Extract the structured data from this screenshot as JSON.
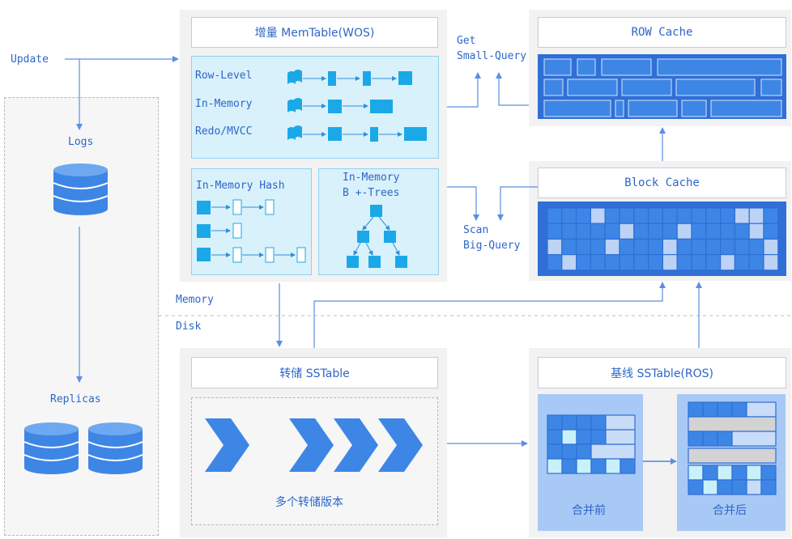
{
  "left": {
    "update_label": "Update",
    "logs_label": "Logs",
    "replicas_label": "Replicas"
  },
  "wos": {
    "title": "增量 MemTable(WOS)",
    "rows": [
      "Row-Level",
      "In-Memory",
      "Redo/MVCC"
    ],
    "hash_title": "In-Memory Hash",
    "btree_title_line1": "In-Memory",
    "btree_title_line2": "B +-Trees"
  },
  "layers": {
    "memory": "Memory",
    "disk": "Disk"
  },
  "queries": {
    "get_line1": "Get",
    "get_line2": "Small-Query",
    "scan_line1": "Scan",
    "scan_line2": "Big-Query"
  },
  "row_cache": {
    "title": "ROW Cache"
  },
  "block_cache": {
    "title": "Block Cache"
  },
  "dump": {
    "title": "转储 SSTable",
    "versions_label": "多个转储版本"
  },
  "ros": {
    "title": "基线 SSTable(ROS)",
    "before_label": "合并前",
    "after_label": "合并后"
  },
  "colors": {
    "accent": "#3d86e6",
    "dark_blue": "#2f6fd6",
    "light_cyan": "#d9f1fb",
    "panel_gray": "#f2f2f2",
    "line": "#5b8fe0"
  }
}
